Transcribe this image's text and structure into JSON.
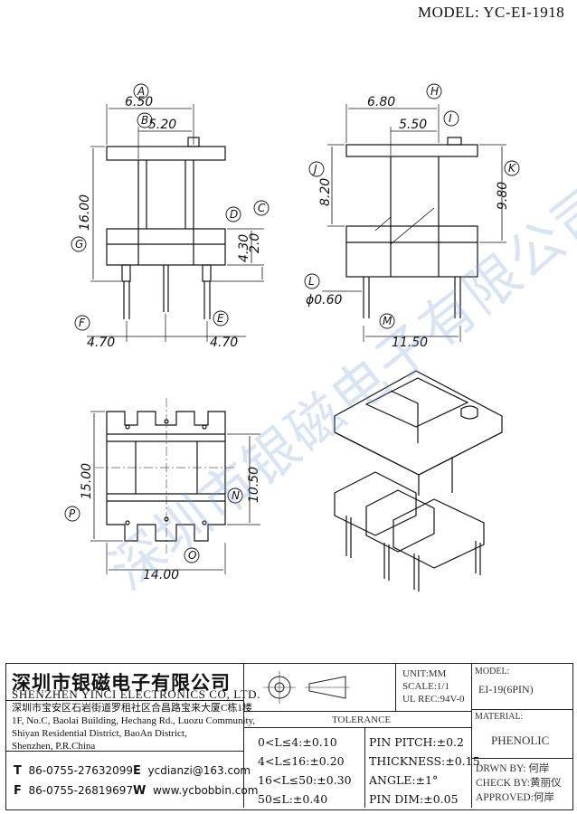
{
  "model_title": "MODEL: YC-EI-1918",
  "watermark": "深圳市银磁电子有限公司",
  "dimensions": {
    "d1": "6.50",
    "d2": "5.20",
    "d3": "16.00",
    "d4": "4.30",
    "d5": "2.0",
    "d6": "4.70",
    "d7": "4.70",
    "d8": "6.80",
    "d9": "5.50",
    "d10": "8.20",
    "d11": "9.80",
    "d12": "ϕ0.60",
    "d13": "11.50",
    "d14": "15.00",
    "d15": "10.50",
    "d16": "14.00"
  },
  "callouts": [
    "A",
    "B",
    "C",
    "D",
    "E",
    "F",
    "G",
    "H",
    "I",
    "J",
    "K",
    "L",
    "M",
    "N",
    "O",
    "P"
  ],
  "title_block": {
    "company_cn": "深圳市银磁电子有限公司",
    "company_en": "SHENZHEN YINCI ELECTRONICS CO, LTD.",
    "address_cn": "深圳市宝安区石岩街道罗租社区合昌路宝来大厦C栋1楼",
    "address_en_1": "1F, No.C, Baolai Building, Hechang Rd., Luozu Community,",
    "address_en_2": "Shiyan Residential District, BaoAn District,",
    "address_en_3": "Shenzhen, P.R.China",
    "tel_label": "T",
    "tel": "86-0755-27632099",
    "fax_label": "F",
    "fax": "86-0755-26819697",
    "email_label": "E",
    "email": "ycdianzi@163.com",
    "web_label": "W",
    "web": "www.ycbobbin.com",
    "unit": "UNIT:MM",
    "scale": "SCALE:1/1",
    "ul": "UL REC:94V-0",
    "model_header": "MODEL:",
    "model_value": "EI-19(6PIN)",
    "material_header": "MATERIAL:",
    "material_value": "PHENOLIC",
    "tolerance_header": "TOLERANCE",
    "tol_left": [
      "0<L≤4:±0.10",
      "4<L≤16:±0.20",
      "16<L≤50:±0.30",
      "50≤L:±0.40"
    ],
    "tol_right": [
      "PIN PITCH:±0.2",
      "THICKNESS:±0.15",
      "ANGLE:±1°",
      "PIN DIM:±0.05"
    ],
    "drawn": "DRWN BY: 何岸",
    "checked": "CHECK BY:黄丽仪",
    "approved": "APPROVED:何岸"
  },
  "colors": {
    "line": "#111111",
    "watermark": "#9fbfe0"
  }
}
